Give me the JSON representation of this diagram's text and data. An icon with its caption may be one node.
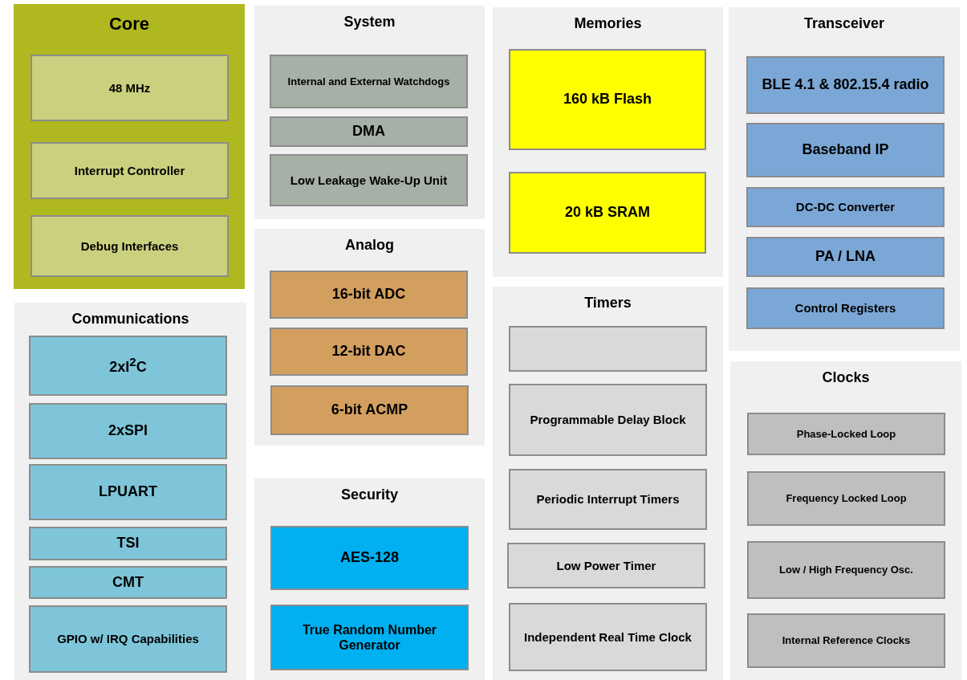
{
  "diagram": {
    "nodes": [
      {
        "text": [
          "Core"
        ]
      },
      {
        "text": [
          "48 MHz"
        ],
        "in": 0
      },
      {
        "text": [
          "Interrupt Controller"
        ],
        "in": 0
      },
      {
        "text": [
          "Debug Interfaces"
        ],
        "in": 0
      },
      {
        "text": [
          "Communications"
        ]
      },
      {
        "text": [
          "2xI$^{2}$C"
        ],
        "in": 4
      },
      {
        "text": [
          "2xSPI"
        ],
        "in": 4
      },
      {
        "text": [
          "LPUART"
        ],
        "in": 4
      },
      {
        "text": [
          "TSI"
        ],
        "in": 4
      },
      {
        "text": [
          "CMT"
        ],
        "in": 4
      },
      {
        "text": [
          "GPIO w/ IRQ Capabilities"
        ],
        "in": 4
      },
      {
        "text": [
          "System"
        ]
      },
      {
        "text": [
          "Internal and External Watchdogs"
        ],
        "in": 11
      },
      {
        "text": [
          "DMA"
        ],
        "in": 11
      },
      {
        "text": [
          "Low Leakage Wake-Up Unit"
        ],
        "in": 11
      },
      {
        "text": [
          "Analog"
        ]
      },
      {
        "text": [
          "16-bit ADC"
        ],
        "in": 15
      },
      {
        "text": [
          "12-bit DAC"
        ],
        "in": 15
      },
      {
        "text": [
          "6-bit ACMP"
        ],
        "in": 15
      },
      {
        "text": [
          "Security"
        ]
      },
      {
        "text": [
          "AES-128"
        ],
        "in": 19
      },
      {
        "text": [
          "True Random Number Generator"
        ],
        "in": 19
      },
      {
        "text": [
          "Memories"
        ]
      },
      {
        "text": [
          "160 kB Flash"
        ],
        "in": 22
      },
      {
        "text": [
          "20 kB SRAM"
        ],
        "in": 22
      },
      {
        "text": [
          "Timers"
        ]
      },
      {
        "text": [],
        "shape": "box",
        "in": 25
      },
      {
        "text": [
          "Programmable Delay Block"
        ],
        "in": 25
      },
      {
        "text": [
          "Periodic Interrupt Timers"
        ],
        "in": 25
      },
      {
        "text": [
          "Low Power Timer"
        ],
        "in": 25
      },
      {
        "text": [
          "Independent Real Time Clock"
        ],
        "in": 25
      },
      {
        "text": [
          "Transceiver"
        ]
      },
      {
        "text": [
          "BLE 4.1 & 802.15.4 radio"
        ],
        "in": 31
      },
      {
        "text": [
          "Baseband IP"
        ],
        "in": 31
      },
      {
        "text": [
          "DC-DC Converter"
        ],
        "in": 31
      },
      {
        "text": [
          "PA / LNA"
        ],
        "in": 31
      },
      {
        "text": [
          "Control Registers"
        ],
        "in": 31
      },
      {
        "text": [
          "Clocks"
        ]
      },
      {
        "text": [
          "Phase-Locked Loop"
        ],
        "in": 37
      },
      {
        "text": [
          "Frequency Locked Loop"
        ],
        "in": 37
      },
      {
        "text": [
          "Low / High Frequency Osc."
        ],
        "in": 37
      },
      {
        "text": [
          "Internal Reference Clocks"
        ],
        "in": 37
      }
    ]
  }
}
